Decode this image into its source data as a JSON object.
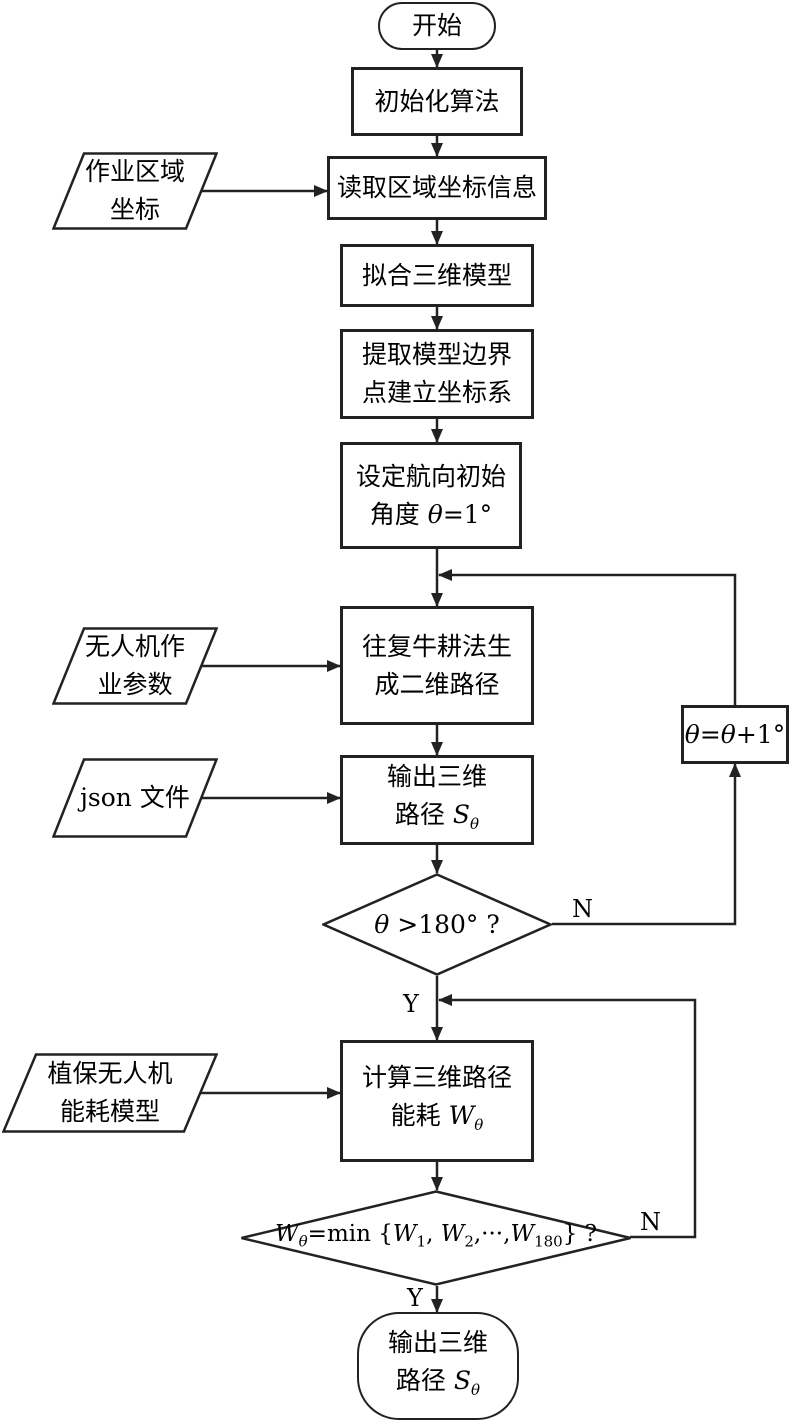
{
  "flowchart": {
    "start": "开始",
    "init": "初始化算法",
    "read_coords": "读取区域坐标信息",
    "fit_model": "拟合三维模型",
    "boundary_line1": "提取模型边界",
    "boundary_line2": "点建立坐标系",
    "heading_line1": "设定航向初始",
    "heading_line2_prefix": "角度 ",
    "heading_theta": "θ",
    "heading_line2_suffix": "=1°",
    "plan2d_line1": "往复牛耕法生",
    "plan2d_line2": "成二维路径",
    "output_line1": "输出三维",
    "output_line2_prefix": "路径 ",
    "output_S": "S",
    "output_sub": "θ",
    "increment_theta1": "θ",
    "increment_mid": "=",
    "increment_theta2": "θ",
    "increment_suffix": "+1°",
    "decision1_theta": "θ",
    "decision1_rest": " >180° ?",
    "energy_line1": "计算三维路径",
    "energy_line2_prefix": "能耗 ",
    "energy_W": "W",
    "energy_sub": "θ",
    "decision2": {
      "W": "W",
      "sub_theta": "θ",
      "eq_min": "=min {",
      "W1": "W",
      "sub1": "1",
      "sep1": ", ",
      "W2": "W",
      "sub2": "2",
      "dots": ",···,",
      "W3": "W",
      "sub3": "180",
      "close": "} ?"
    },
    "end_line1": "输出三维",
    "end_line2_prefix": "路径 ",
    "end_S": "S",
    "end_sub": "θ"
  },
  "inputs": {
    "area_line1": "作业区域",
    "area_line2": "坐标",
    "uav_line1": "无人机作",
    "uav_line2": "业参数",
    "json": "json 文件",
    "energy_model_line1": "植保无人机",
    "energy_model_line2": "能耗模型"
  },
  "labels": {
    "n1": "N",
    "y1": "Y",
    "n2": "N",
    "y2": "Y"
  }
}
